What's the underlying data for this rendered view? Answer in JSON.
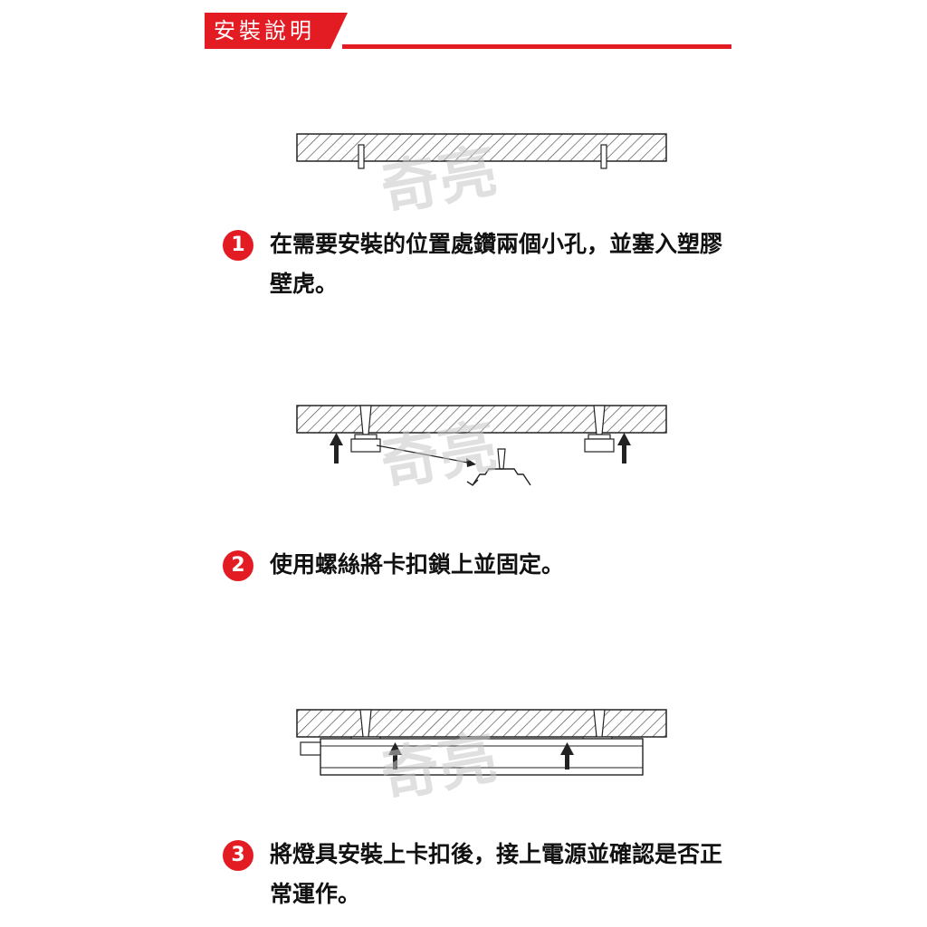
{
  "header": {
    "title": "安裝說明"
  },
  "watermark": {
    "text": "奇亮"
  },
  "steps": [
    {
      "number": "1",
      "text": "在需要安裝的位置處鑽兩個小孔，並塞入塑膠壁虎。"
    },
    {
      "number": "2",
      "text": "使用螺絲將卡扣鎖上並固定。"
    },
    {
      "number": "3",
      "text": "將燈具安裝上卡扣後，接上電源並確認是否正常運作。"
    }
  ],
  "colors": {
    "accent": "#e31b23",
    "line": "#222222"
  }
}
